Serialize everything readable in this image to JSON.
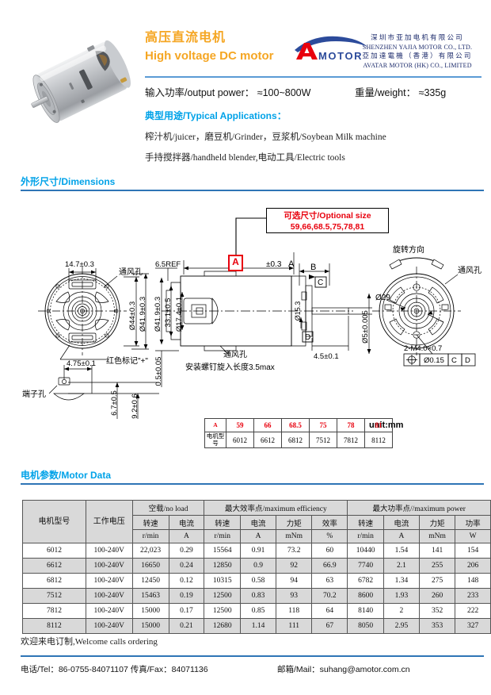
{
  "header": {
    "title_cn": "高压直流电机",
    "title_en": "High voltage DC motor",
    "logo_text": "AMOTOR",
    "logo_letter": "A",
    "logo_rest": "MOTOR",
    "company_lines": [
      "深圳市亚加电机有限公司",
      "SHENZHEN YAJIA MOTOR CO., LTD.",
      "亞加達電機（香港）有限公司",
      "AVATAR MOTOR (HK) CO., LIMITED"
    ],
    "power_label": "输入功率/output power：",
    "power_value": "≈100~800W",
    "weight_label": "重量/weight：",
    "weight_value": "≈335g",
    "applications_title": "典型用途/Typical Applications：",
    "applications_line1": "榨汁机/juicer，磨豆机/Grinder，豆浆机/Soybean Milk machine",
    "applications_line2": "手持搅拌器/handheld blender,电动工具/Electric tools"
  },
  "sections": {
    "dimensions": "外形尺寸/Dimensions",
    "motor_data": "电机参数/Motor Data"
  },
  "drawing": {
    "optional_size_title": "可选尺寸/Optional size",
    "optional_size_values": "59,66,68.5,75,78,81",
    "unit": "unit:mm",
    "datum_a": "A",
    "callouts": {
      "a_tol": "±0.3",
      "a_dim": "A",
      "b_dim": "B",
      "datum_b": "B",
      "datum_c": "C",
      "datum_d": "D",
      "ref": "6.5REF",
      "d14_7": "14.7±0.3",
      "vent_left": "通风孔",
      "vent_mid": "通风孔",
      "vent_right": "通风孔",
      "d44": "Ø44±0.3",
      "d41_9_left": "Ø41.9±0.3",
      "d41_9_mid": "Ø41.9±0.3",
      "h33_1": "33.1±0.5",
      "d17_4": "Ø17.4±0.1",
      "h0_5": "0.5±0.05",
      "red_mark": "红色标记\"+\"",
      "terminal_hole": "端子孔",
      "d4_75": "4.75±0.1",
      "h6_7": "6.7±0.5",
      "h9_2": "9.2±0.6",
      "screw_note": "安装螺钉旋入长度3.5max",
      "d15_3": "Ø15.3",
      "l4_5": "4.5±0.1",
      "shaft": "Ø5±0.005",
      "d29": "Ø29",
      "rotation": "旋转方向",
      "thread": "2-M4.0×0.7",
      "pos_tol": "Ø0.15",
      "pos_c": "C",
      "pos_d": "D"
    },
    "size_table": {
      "row_a_label": "A",
      "row_model_label": "电机型号",
      "sizes": [
        "59",
        "66",
        "68.5",
        "75",
        "78",
        "81"
      ],
      "models": [
        "6012",
        "6612",
        "6812",
        "7512",
        "7812",
        "8112"
      ]
    }
  },
  "motor_table": {
    "col_model": "电机型号",
    "col_voltage": "工作电压",
    "groups": [
      "空载/no load",
      "最大效率点/maximum efficiency",
      "最大功率点//maximum power"
    ],
    "subheads": [
      "转速",
      "电流",
      "转速",
      "电流",
      "力矩",
      "效率",
      "转速",
      "电流",
      "力矩",
      "功率"
    ],
    "units": [
      "r/min",
      "A",
      "r/min",
      "A",
      "mNm",
      "%",
      "r/min",
      "A",
      "mNm",
      "W"
    ],
    "rows": [
      {
        "model": "6012",
        "voltage": "100-240V",
        "nl_rpm": "22,023",
        "nl_a": "0.29",
        "me_rpm": "15564",
        "me_a": "0.91",
        "me_t": "73.2",
        "me_e": "60",
        "mp_rpm": "10440",
        "mp_a": "1.54",
        "mp_t": "141",
        "mp_w": "154"
      },
      {
        "model": "6612",
        "voltage": "100-240V",
        "nl_rpm": "16650",
        "nl_a": "0.24",
        "me_rpm": "12850",
        "me_a": "0.9",
        "me_t": "92",
        "me_e": "66.9",
        "mp_rpm": "7740",
        "mp_a": "2.1",
        "mp_t": "255",
        "mp_w": "206"
      },
      {
        "model": "6812",
        "voltage": "100-240V",
        "nl_rpm": "12450",
        "nl_a": "0.12",
        "me_rpm": "10315",
        "me_a": "0.58",
        "me_t": "94",
        "me_e": "63",
        "mp_rpm": "6782",
        "mp_a": "1.34",
        "mp_t": "275",
        "mp_w": "148"
      },
      {
        "model": "7512",
        "voltage": "100-240V",
        "nl_rpm": "15463",
        "nl_a": "0.19",
        "me_rpm": "12500",
        "me_a": "0.83",
        "me_t": "93",
        "me_e": "70.2",
        "mp_rpm": "8600",
        "mp_a": "1.93",
        "mp_t": "260",
        "mp_w": "233"
      },
      {
        "model": "7812",
        "voltage": "100-240V",
        "nl_rpm": "15000",
        "nl_a": "0.17",
        "me_rpm": "12500",
        "me_a": "0.85",
        "me_t": "118",
        "me_e": "64",
        "mp_rpm": "8140",
        "mp_a": "2",
        "mp_t": "352",
        "mp_w": "222"
      },
      {
        "model": "8112",
        "voltage": "100-240V",
        "nl_rpm": "15000",
        "nl_a": "0.21",
        "me_rpm": "12680",
        "me_a": "1.14",
        "me_t": "111",
        "me_e": "67",
        "mp_rpm": "8050",
        "mp_a": "2.95",
        "mp_t": "353",
        "mp_w": "327"
      }
    ]
  },
  "footer": {
    "welcome": "欢迎来电订制,Welcome calls ordering",
    "tel": "电话/Tel：86-0755-84071107 传真/Fax：84071136",
    "mail": "邮箱/Mail：suhang@amotor.com.cn"
  },
  "colors": {
    "accent_blue": "#00A2E8",
    "rule_blue": "#2E75B6",
    "title_orange": "#F5A623",
    "red": "#E8000D"
  }
}
